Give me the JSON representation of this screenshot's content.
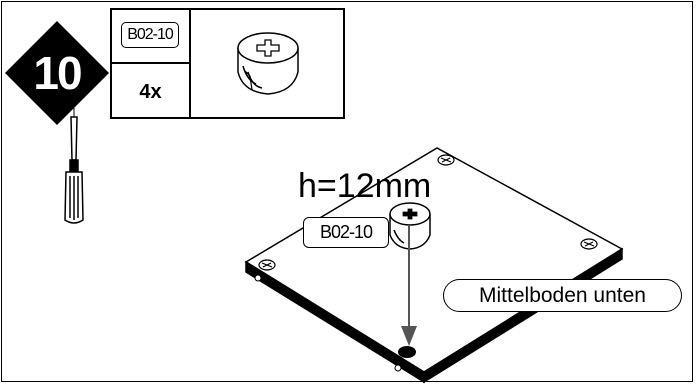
{
  "step": {
    "number": "10"
  },
  "parts": {
    "code": "B02-10",
    "quantity": "4x"
  },
  "callout": {
    "code": "B02-10",
    "height": "h=12mm"
  },
  "panel": {
    "label": "Mittelboden unten"
  },
  "icons": [
    "screwdriver-icon",
    "cam-lock-icon",
    "screw-head-icon",
    "arrow-down-icon"
  ],
  "colors": {
    "line": "#000000",
    "background": "#ffffff",
    "step_text": "#ffffff"
  }
}
